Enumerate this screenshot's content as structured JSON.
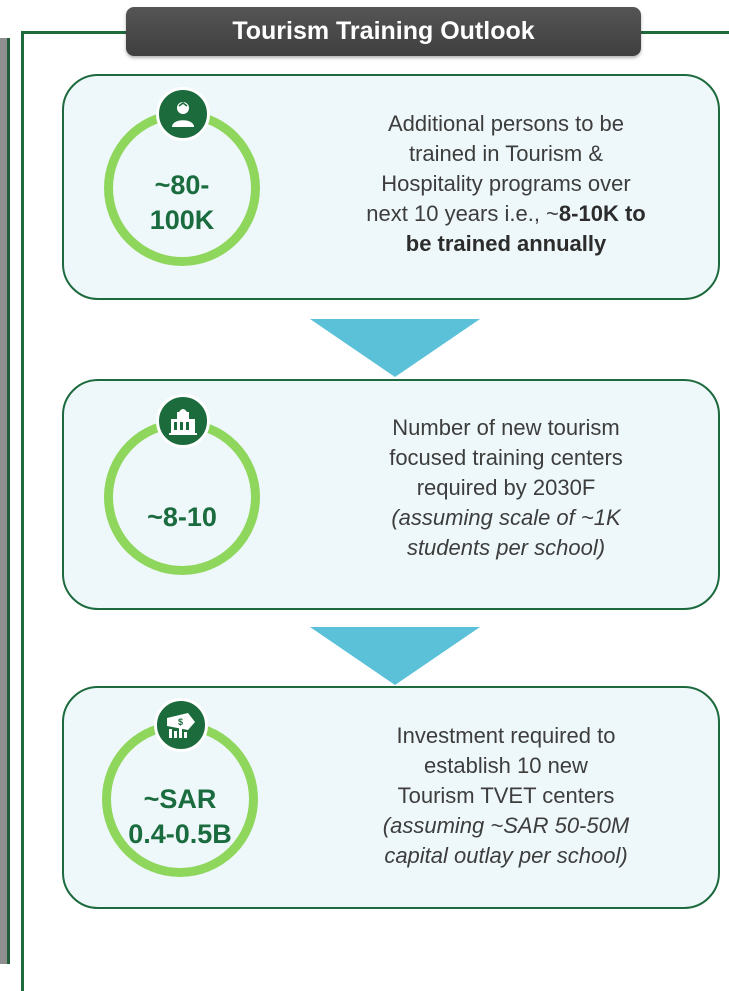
{
  "header": {
    "title": "Tourism Training Outlook"
  },
  "cards": [
    {
      "icon": "person-icon",
      "value_line1": "~80-",
      "value_line2": "100K",
      "desc_lines": [
        "Additional persons to be",
        "trained in Tourism &",
        "Hospitality programs over"
      ],
      "desc_mixed_prefix": "next 10 years i.e., ~",
      "desc_bold_1": "8-10K to",
      "desc_bold_2": "be trained annually"
    },
    {
      "icon": "building-icon",
      "value_line1": "~8-10",
      "desc_lines": [
        "Number of new tourism",
        "focused training centers",
        "required by 2030F"
      ],
      "desc_italic_lines": [
        "(assuming scale of ~1K",
        "students per school)"
      ]
    },
    {
      "icon": "investment-icon",
      "value_line1": "~SAR",
      "value_line2": "0.4-0.5B",
      "desc_lines": [
        "Investment required to",
        "establish 10 new",
        "Tourism TVET centers"
      ],
      "desc_italic_lines": [
        "(assuming ~SAR 50-50M",
        "capital outlay per school)"
      ]
    }
  ],
  "colors": {
    "ring": "#8fd65d",
    "badge": "#1b6b3d",
    "arrow": "#5bc1d8",
    "card_bg": "#eef8fa",
    "frame": "#1f6b3c"
  }
}
